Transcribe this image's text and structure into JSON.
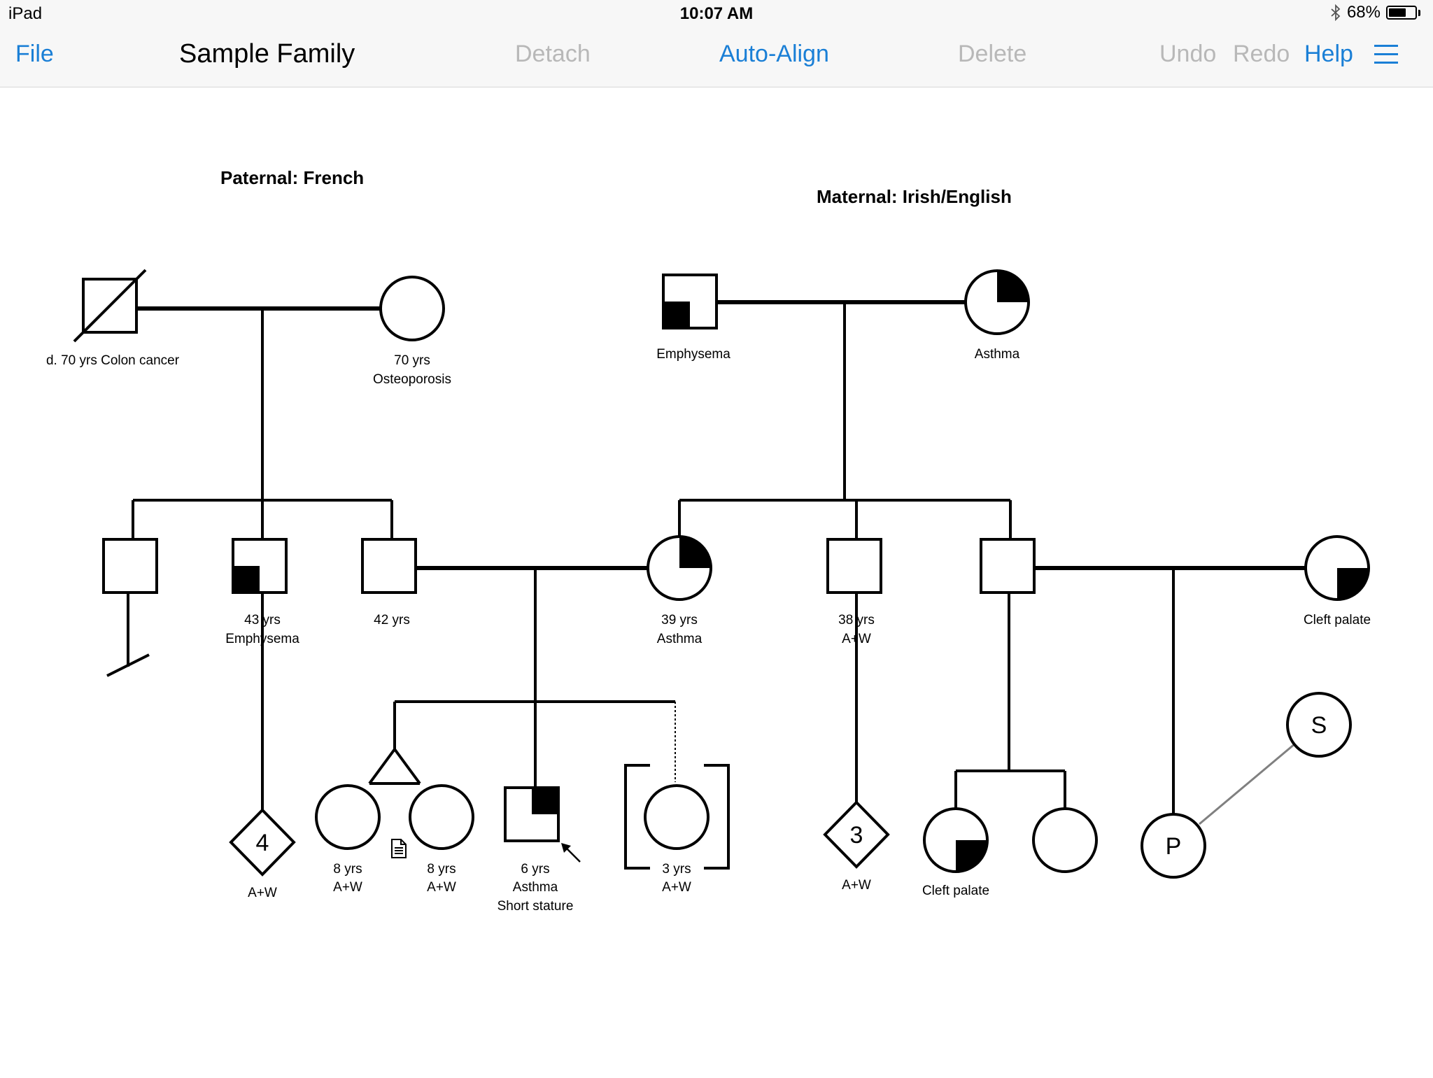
{
  "status_bar": {
    "device": "iPad",
    "time": "10:07 AM",
    "battery_text": "68%",
    "battery_level": 0.68,
    "bluetooth_icon": "bluetooth-icon",
    "battery_icon": "battery-icon"
  },
  "toolbar": {
    "file_label": "File",
    "title": "Sample Family",
    "detach_label": "Detach",
    "auto_align_label": "Auto-Align",
    "delete_label": "Delete",
    "undo_label": "Undo",
    "redo_label": "Redo",
    "help_label": "Help",
    "menu_icon": "hamburger-menu-icon",
    "active_color": "#1a7fd6",
    "disabled_color": "#b8b8b8"
  },
  "pedigree": {
    "paternal_heading": "Paternal: French",
    "maternal_heading": "Maternal: Irish/English",
    "people": {
      "pat_grandfather": {
        "line1": "d. 70 yrs Colon cancer"
      },
      "pat_grandmother": {
        "line1": "70 yrs",
        "line2": "Osteoporosis"
      },
      "mat_grandfather": {
        "line1": "Emphysema"
      },
      "mat_grandmother": {
        "line1": "Asthma"
      },
      "uncle_43": {
        "line1": "43 yrs",
        "line2": "Emphysema"
      },
      "father": {
        "line1": "42 yrs"
      },
      "mother": {
        "line1": "39 yrs",
        "line2": "Asthma"
      },
      "uncle_38": {
        "line1": "38 yrs",
        "line2": "A+W"
      },
      "aunt_in_law": {
        "line1": "Cleft palate"
      },
      "cousins_4": {
        "count": "4",
        "line1": "A+W"
      },
      "twin_1": {
        "line1": "8 yrs",
        "line2": "A+W"
      },
      "twin_2": {
        "line1": "8 yrs",
        "line2": "A+W"
      },
      "proband": {
        "line1": "6 yrs",
        "line2": "Asthma",
        "line3": "Short stature"
      },
      "adopted_sister": {
        "line1": "3 yrs",
        "line2": "A+W"
      },
      "cousins_3": {
        "count": "3",
        "line1": "A+W"
      },
      "cousin_cleft": {
        "line1": "Cleft palate"
      },
      "pregnancy": {
        "mark": "P"
      },
      "sibling_marker": {
        "mark": "S"
      }
    }
  }
}
